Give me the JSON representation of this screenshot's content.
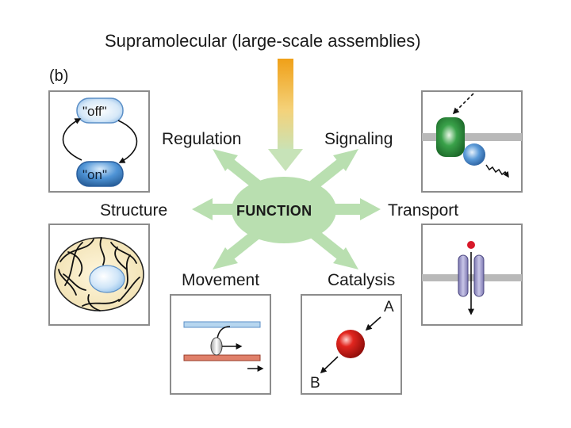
{
  "title": "Supramolecular (large-scale assemblies)",
  "panel_label": "(b)",
  "center": "FUNCTION",
  "functions": {
    "regulation": "Regulation",
    "signaling": "Signaling",
    "structure": "Structure",
    "transport": "Transport",
    "movement": "Movement",
    "catalysis": "Catalysis"
  },
  "regulation_states": {
    "off": "\"off\"",
    "on": "\"on\""
  },
  "catalysis_labels": {
    "a": "A",
    "b": "B"
  },
  "colors": {
    "arrow_green": "#b9dfb0",
    "top_arrow": "#f0a018",
    "box_border": "#8c8c8c",
    "membrane_gray": "#b9b9b9"
  }
}
